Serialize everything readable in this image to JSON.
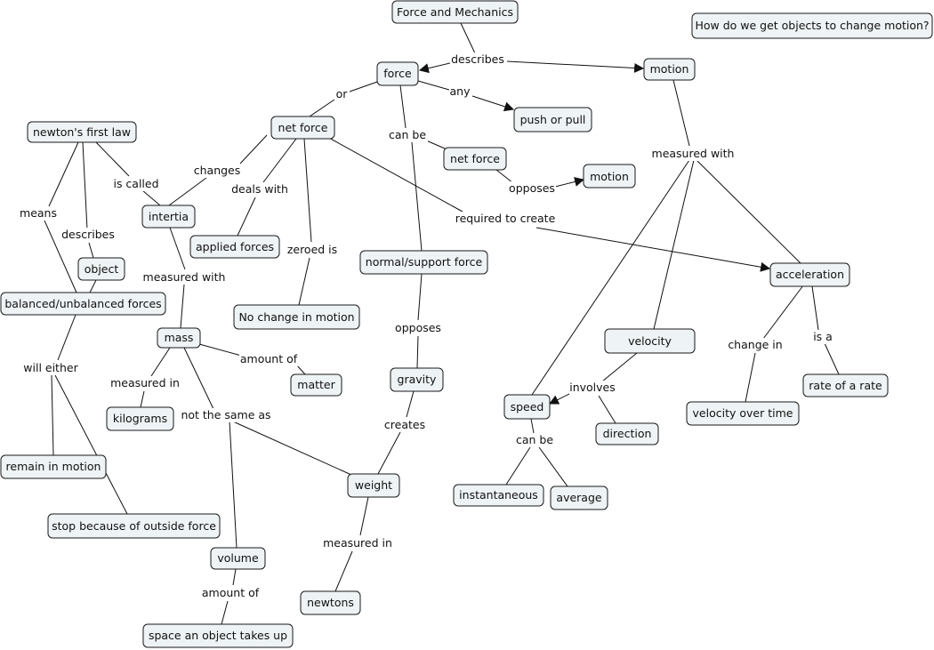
{
  "diagram": {
    "concepts": {
      "force_and_mechanics": "Force and Mechanics",
      "question": "How do we get objects to change motion?",
      "force": "force",
      "motion_top": "motion",
      "push_or_pull": "push or pull",
      "net_force": "net force",
      "newtons_first_law": "newton's first law",
      "net_force_2": "net force",
      "motion_2": "motion",
      "intertia": "intertia",
      "applied_forces": "applied forces",
      "object": "object",
      "normal_support_force": "normal/support force",
      "acceleration": "acceleration",
      "balanced_unbalanced_forces": "balanced/unbalanced forces",
      "no_change_in_motion": "No change in motion",
      "mass": "mass",
      "velocity": "velocity",
      "matter": "matter",
      "gravity": "gravity",
      "rate_of_a_rate": "rate of a rate",
      "speed": "speed",
      "kilograms": "kilograms",
      "velocity_over_time": "velocity over time",
      "direction": "direction",
      "remain_in_motion": "remain in motion",
      "weight": "weight",
      "instantaneous": "instantaneous",
      "average": "average",
      "stop_because_of_outside_force": "stop because of outside force",
      "volume": "volume",
      "newtons": "newtons",
      "space_an_object_takes_up": "space an object takes up"
    },
    "links": {
      "describes_top": "describes",
      "or": "or",
      "any": "any",
      "can_be_force": "can be",
      "measured_with_motion": "measured with",
      "changes": "changes",
      "is_called": "is called",
      "deals_with": "deals with",
      "opposes_netforce": "opposes",
      "required_to_create": "required to create",
      "means": "means",
      "describes_law": "describes",
      "zeroed_is": "zeroed is",
      "measured_with_inertia": "measured with",
      "opposes_normal": "opposes",
      "change_in": "change in",
      "is_a": "is a",
      "amount_of_matter": "amount of",
      "will_either": "will either",
      "measured_in_kg": "measured in",
      "involves": "involves",
      "not_the_same_as": "not the same as",
      "creates": "creates",
      "can_be_speed": "can be",
      "measured_in_newtons": "measured in",
      "amount_of_space": "amount of"
    }
  }
}
